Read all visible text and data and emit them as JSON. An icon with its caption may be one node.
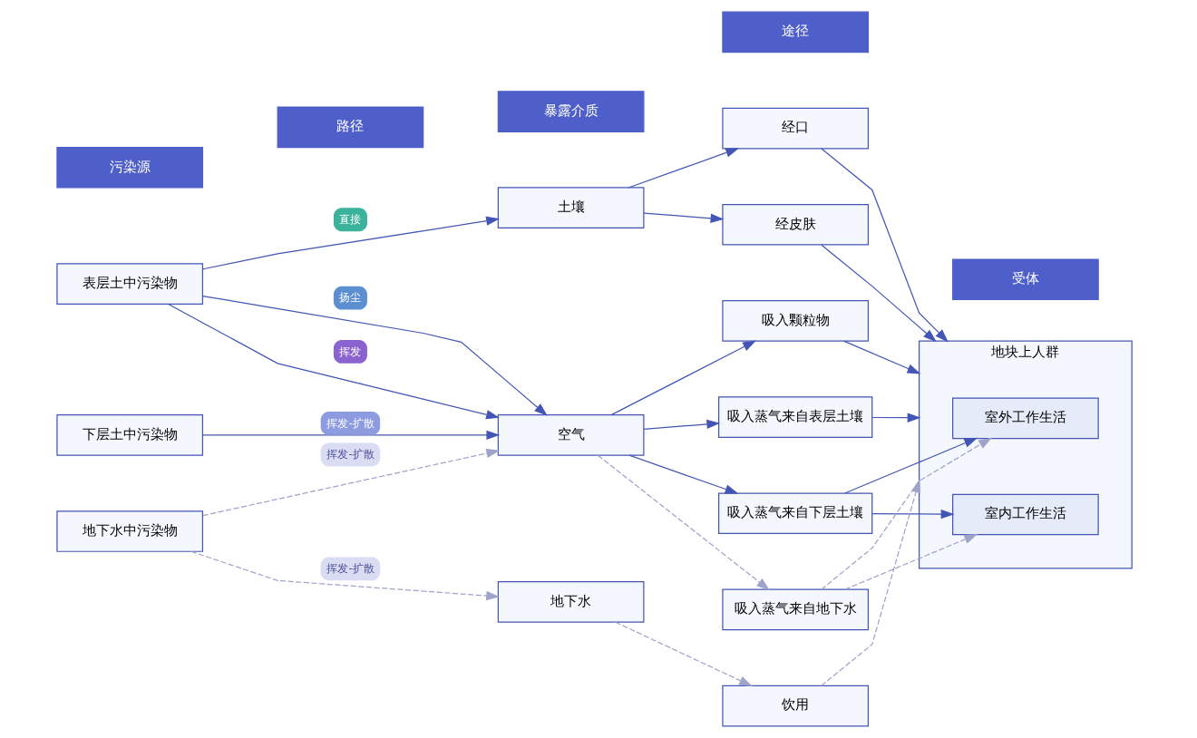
{
  "diagram": {
    "nodes": [
      {
        "text": [
          "污染源"
        ]
      },
      {
        "text": [
          "路径"
        ]
      },
      {
        "text": [
          "暴露介质"
        ]
      },
      {
        "text": [
          "途径"
        ]
      },
      {
        "text": [
          "受体"
        ]
      },
      {
        "text": [
          "表层土中污染物"
        ]
      },
      {
        "text": [
          "下层土中污染物"
        ]
      },
      {
        "text": [
          "地下水中污染物"
        ]
      },
      {
        "text": [
          "土壤"
        ]
      },
      {
        "text": [
          "空气"
        ]
      },
      {
        "text": [
          "地下水"
        ]
      },
      {
        "text": [
          "经口"
        ]
      },
      {
        "text": [
          "经皮肤"
        ]
      },
      {
        "text": [
          "吸入颗粒物"
        ]
      },
      {
        "text": [
          "吸入蒸气来自表层土壤"
        ]
      },
      {
        "text": [
          "吸入蒸气来自下层土壤"
        ]
      },
      {
        "text": [
          "吸入蒸气来自地下水"
        ]
      },
      {
        "text": [
          "饮用"
        ]
      },
      {
        "text": [
          "地块上人群"
        ]
      },
      {
        "text": [
          "室外工作生活"
        ],
        "in": 18
      },
      {
        "text": [
          "室内工作生活"
        ],
        "in": 18
      }
    ],
    "edges": [
      {
        "from": 5,
        "to": 8,
        "arrow": "to",
        "label": "直接"
      },
      {
        "from": 5,
        "to": 9,
        "arrow": "to",
        "label": "扬尘"
      },
      {
        "from": 5,
        "to": 9,
        "arrow": "to",
        "label": "挥发"
      },
      {
        "from": 6,
        "to": 9,
        "arrow": "to",
        "label": "挥发-扩散"
      },
      {
        "from": 7,
        "to": 9,
        "arrow": "to",
        "label": "挥发-扩散",
        "style": "dashed",
        "color": "#9ea3c9"
      },
      {
        "from": 7,
        "to": 10,
        "arrow": "to",
        "label": "挥发-扩散",
        "style": "dashed",
        "color": "#9ea3c9"
      },
      {
        "from": 8,
        "to": 11,
        "arrow": "to"
      },
      {
        "from": 8,
        "to": 12,
        "arrow": "to"
      },
      {
        "from": 9,
        "to": 13,
        "arrow": "to"
      },
      {
        "from": 9,
        "to": 14,
        "arrow": "to"
      },
      {
        "from": 9,
        "to": 15,
        "arrow": "to"
      },
      {
        "from": 9,
        "to": 16,
        "arrow": "to",
        "style": "dashed",
        "color": "#9ea3c9"
      },
      {
        "from": 10,
        "to": 17,
        "arrow": "to",
        "style": "dashed",
        "color": "#9ea3c9"
      },
      {
        "from": 11,
        "to": 18,
        "arrow": "to"
      },
      {
        "from": 12,
        "to": 18,
        "arrow": "to"
      },
      {
        "from": 13,
        "to": 18,
        "arrow": "to"
      },
      {
        "from": 14,
        "to": 18,
        "arrow": "to"
      },
      {
        "from": 15,
        "to": 19,
        "arrow": "to"
      },
      {
        "from": 15,
        "to": 20,
        "arrow": "to"
      },
      {
        "from": 16,
        "to": 19,
        "arrow": "to",
        "style": "dashed",
        "color": "#9ea3c9"
      },
      {
        "from": 16,
        "to": 20,
        "arrow": "to",
        "style": "dashed",
        "color": "#9ea3c9"
      },
      {
        "from": 17,
        "to": 18,
        "arrow": "to",
        "style": "dashed",
        "color": "#9ea3c9"
      }
    ]
  }
}
